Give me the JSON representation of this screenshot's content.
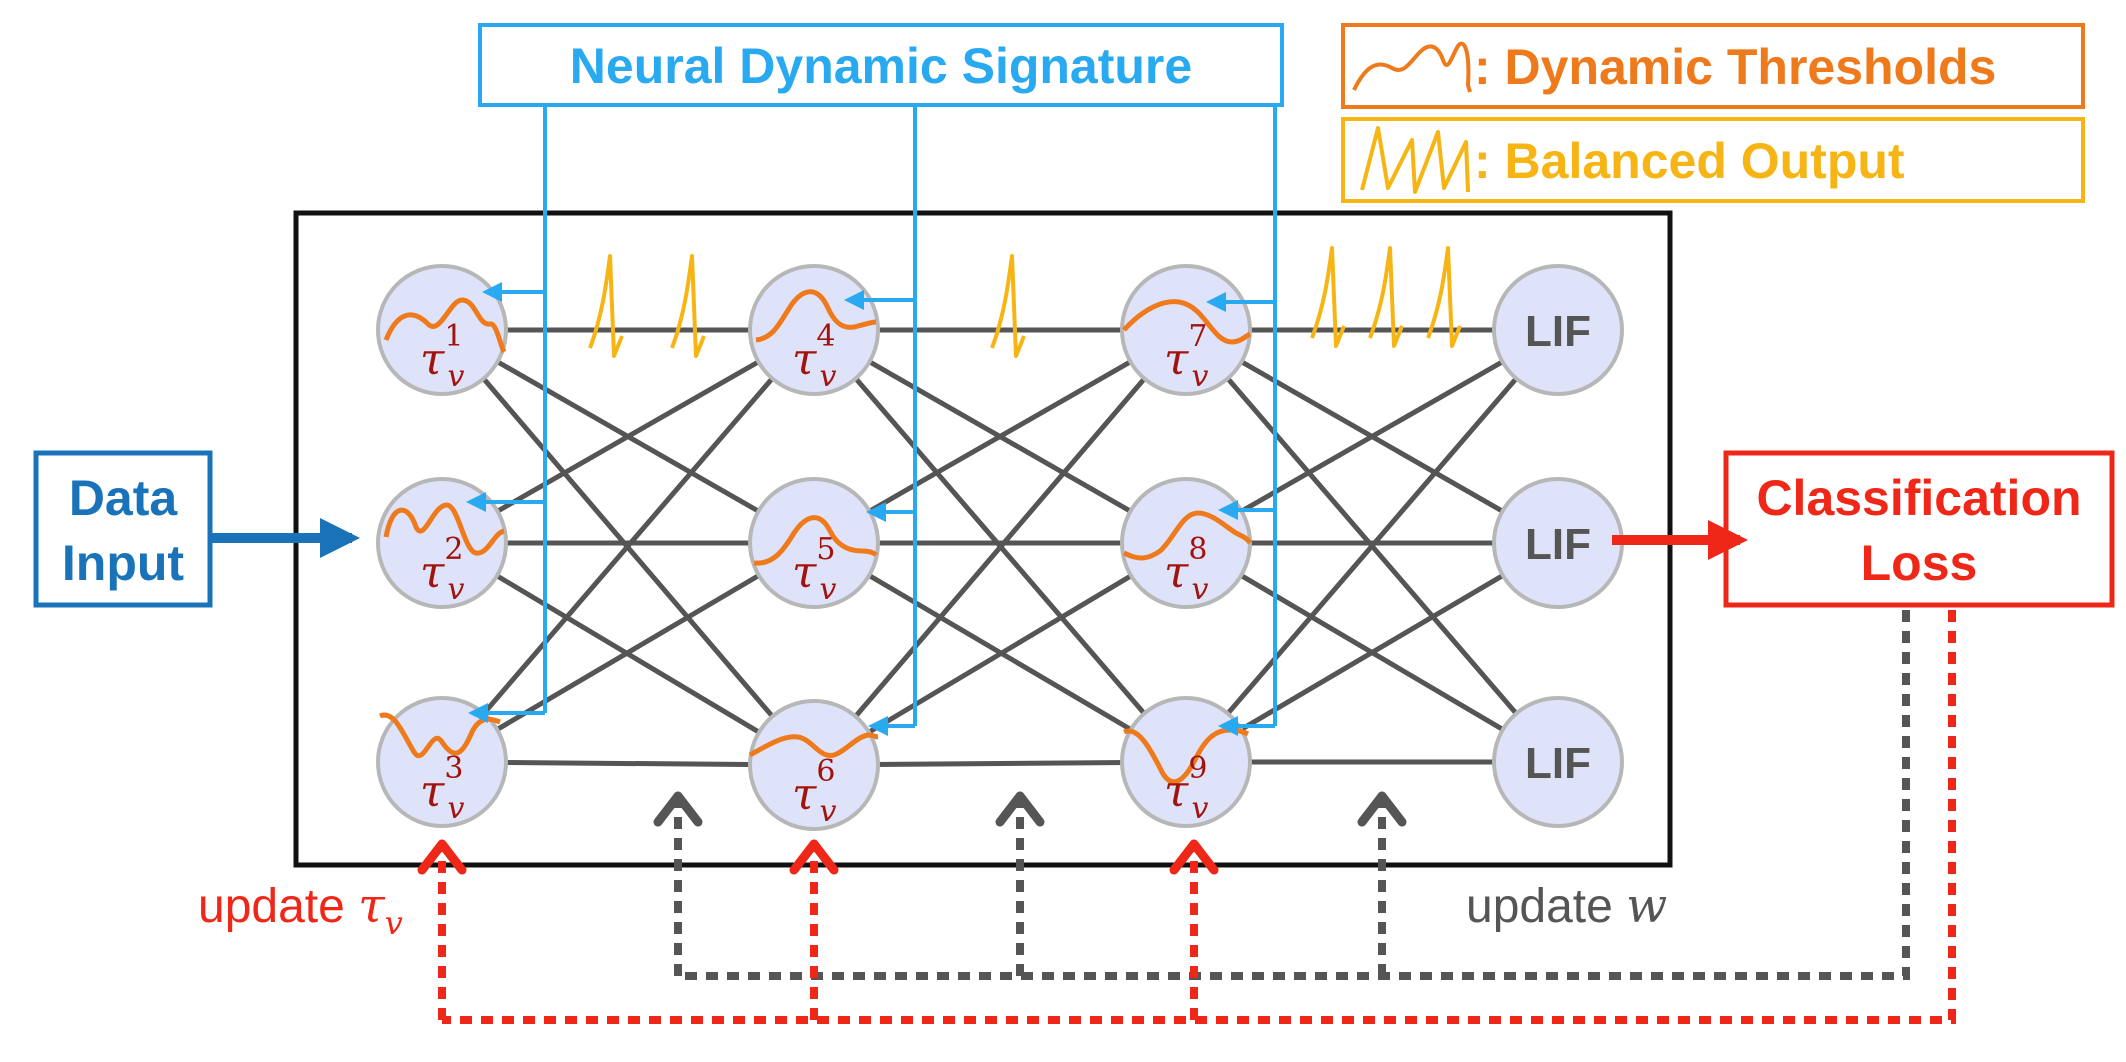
{
  "colors": {
    "blue_input": "#1a73b8",
    "sky": "#29aaf0",
    "orange": "#ee7a1c",
    "gold": "#f6b515",
    "red": "#ee2718",
    "gray": "#555555",
    "neuron_fill": "#dfe3fa",
    "neuron_stroke": "#b7b7b7",
    "tau_text": "#a3130d"
  },
  "signature": {
    "label": "Neural Dynamic Signature"
  },
  "legend": {
    "thresholds_label": ": Dynamic Thresholds",
    "output_label": ": Balanced Output"
  },
  "input": {
    "line1": "Data",
    "line2": "Input"
  },
  "loss": {
    "line1": "Classification",
    "line2": "Loss"
  },
  "neurons": [
    {
      "id": "n1",
      "sup": "1",
      "tau": "τ",
      "sub": "v"
    },
    {
      "id": "n2",
      "sup": "2",
      "tau": "τ",
      "sub": "v"
    },
    {
      "id": "n3",
      "sup": "3",
      "tau": "τ",
      "sub": "v"
    },
    {
      "id": "n4",
      "sup": "4",
      "tau": "τ",
      "sub": "v"
    },
    {
      "id": "n5",
      "sup": "5",
      "tau": "τ",
      "sub": "v"
    },
    {
      "id": "n6",
      "sup": "6",
      "tau": "τ",
      "sub": "v"
    },
    {
      "id": "n7",
      "sup": "7",
      "tau": "τ",
      "sub": "v"
    },
    {
      "id": "n8",
      "sup": "8",
      "tau": "τ",
      "sub": "v"
    },
    {
      "id": "n9",
      "sup": "9",
      "tau": "τ",
      "sub": "v"
    }
  ],
  "lif": {
    "label": "LIF"
  },
  "updates": {
    "tau_prefix": "update ",
    "tau_symbol": "τ",
    "tau_sub": "v",
    "w_prefix": "update ",
    "w_symbol": "w"
  }
}
